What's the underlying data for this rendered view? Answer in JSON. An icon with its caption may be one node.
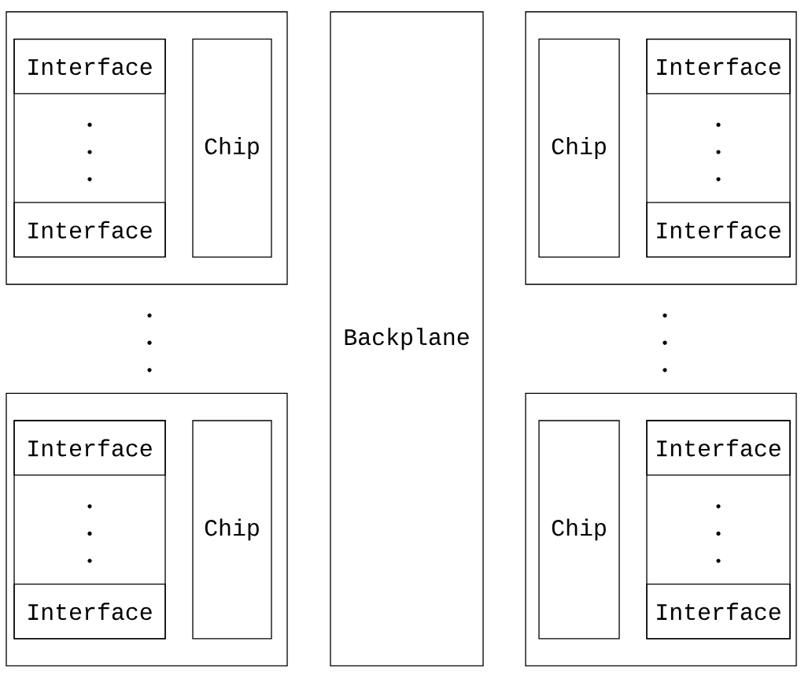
{
  "diagram": {
    "nodes": [
      {
        "text": [],
        "shape": "box"
      },
      {
        "text": [],
        "shape": "box",
        "in": 0
      },
      {
        "text": [
          "Interface"
        ],
        "in": 1
      },
      {
        "text": [
          "Interface"
        ],
        "in": 1
      },
      {
        "text": [
          "Chip"
        ],
        "in": 0
      },
      {
        "text": [
          "Backplane"
        ]
      },
      {
        "text": [],
        "shape": "box"
      },
      {
        "text": [
          "Chip"
        ],
        "in": 6
      },
      {
        "text": [],
        "shape": "box",
        "in": 6
      },
      {
        "text": [
          "Interface"
        ],
        "in": 8
      },
      {
        "text": [
          "Interface"
        ],
        "in": 8
      },
      {
        "text": [],
        "shape": "box"
      },
      {
        "text": [],
        "shape": "box",
        "in": 11
      },
      {
        "text": [
          "Interface"
        ],
        "in": 12
      },
      {
        "text": [
          "Interface"
        ],
        "in": 12
      },
      {
        "text": [
          "Chip"
        ],
        "in": 11
      },
      {
        "text": [],
        "shape": "box"
      },
      {
        "text": [
          "Chip"
        ],
        "in": 16
      },
      {
        "text": [],
        "shape": "box",
        "in": 16
      },
      {
        "text": [
          "Interface"
        ],
        "in": 18
      },
      {
        "text": [
          "Interface"
        ],
        "in": 18
      }
    ]
  }
}
